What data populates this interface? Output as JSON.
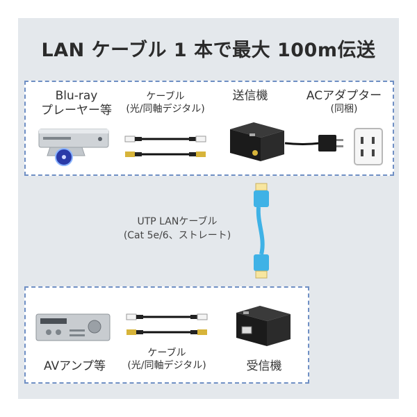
{
  "title": "LAN ケーブル 1 本で最大 100m伝送",
  "top_row": {
    "player": {
      "line1": "Blu-ray",
      "line2": "プレーヤー等"
    },
    "cable": {
      "line1": "ケーブル",
      "line2": "(光/同軸デジタル)"
    },
    "transmitter": {
      "line1": "送信機"
    },
    "adapter": {
      "line1": "ACアダプター",
      "line2": "(同梱)"
    }
  },
  "middle": {
    "line1": "UTP LANケーブル",
    "line2": "(Cat 5e/6、ストレート)"
  },
  "bottom_row": {
    "amp": {
      "line1": "AVアンプ等"
    },
    "cable": {
      "line1": "ケーブル",
      "line2": "(光/同軸デジタル)"
    },
    "receiver": {
      "line1": "受信機"
    }
  },
  "colors": {
    "dashed_border": "#6f8fc4",
    "panel": "#e4e8ec",
    "lan_cable": "#3fb2e6",
    "plug_gold": "#d7b43a"
  }
}
